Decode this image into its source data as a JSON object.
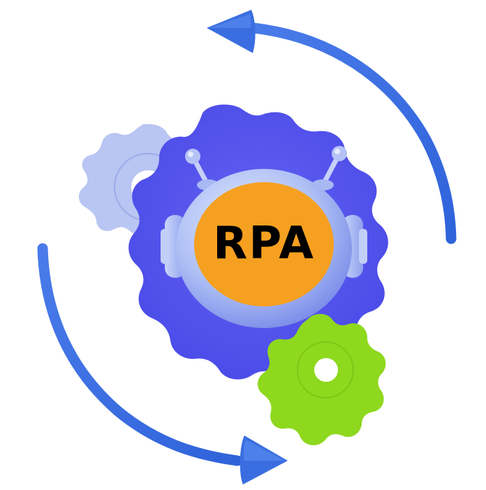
{
  "illustration": {
    "label": "RPA",
    "colors": {
      "arrow": "#3A6EE0",
      "arrow_highlight": "#5A8CF0",
      "main_gear": "#5B5BF0",
      "main_gear_dark": "#4646E6",
      "back_gear": "#B9C5F2",
      "small_gear": "#8ED81E",
      "robot_head": "#AFC0F5",
      "robot_head_shade": "#7C8FEA",
      "face": "#F5A020",
      "text": "#000000"
    },
    "icons": {
      "top_arrow": "curved-arrow-counterclockwise-top",
      "bottom_arrow": "curved-arrow-clockwise-bottom",
      "main_gear": "gear",
      "back_gear": "gear",
      "small_gear": "gear",
      "robot": "robot-head"
    }
  }
}
